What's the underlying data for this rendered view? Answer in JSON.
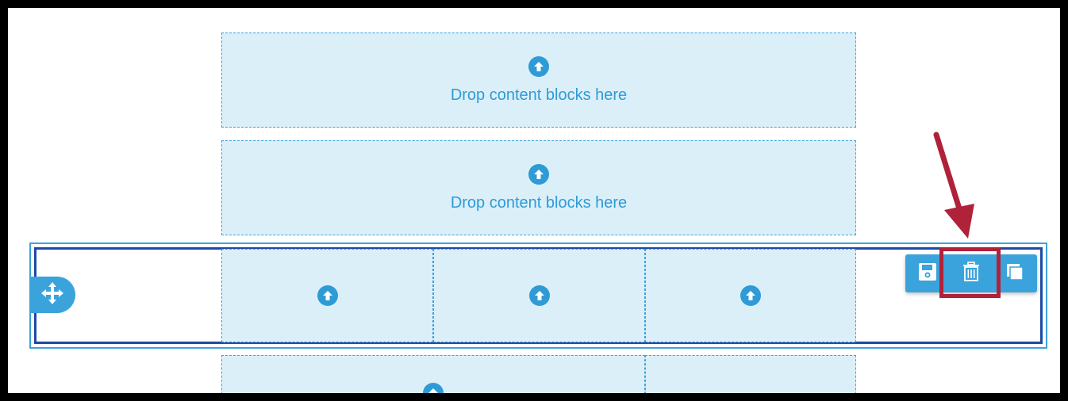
{
  "drop_zone": {
    "label": "Drop content blocks here"
  },
  "rows": [
    {
      "type": "single",
      "label": "Drop content blocks here"
    },
    {
      "type": "single",
      "label": "Drop content blocks here"
    },
    {
      "type": "three-column",
      "selected": true
    },
    {
      "type": "two-column",
      "partially_visible": true
    }
  ],
  "row_toolbar": {
    "buttons": [
      {
        "name": "save",
        "icon": "floppy-disk-icon"
      },
      {
        "name": "delete",
        "icon": "trash-icon",
        "highlighted": true
      },
      {
        "name": "duplicate",
        "icon": "duplicate-icon"
      }
    ]
  },
  "colors": {
    "accent": "#3aa3dc",
    "drop_zone_fill": "#dbeff9",
    "selection_border": "#1c4aa6",
    "annotation": "#b0213a"
  }
}
